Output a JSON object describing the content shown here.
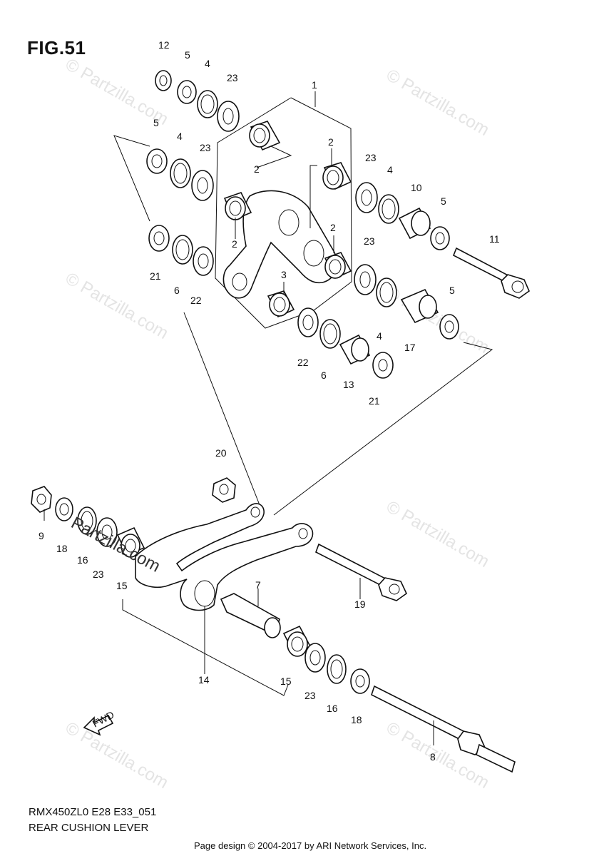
{
  "figure": {
    "title": "FIG.51",
    "model_code": "RMX450ZL0 E28 E33_051",
    "caption": "REAR CUSHION LEVER",
    "footer": "Page design © 2004-2017 by ARI Network Services, Inc.",
    "fwd_label": "FWD"
  },
  "watermark": {
    "text": "© Partzilla.com",
    "overlay_text": "Partzilla.com"
  },
  "callouts": [
    {
      "id": "c12a",
      "label": "12"
    },
    {
      "id": "c5a",
      "label": "5"
    },
    {
      "id": "c4a",
      "label": "4"
    },
    {
      "id": "c23a",
      "label": "23"
    },
    {
      "id": "c1",
      "label": "1"
    },
    {
      "id": "c5b",
      "label": "5"
    },
    {
      "id": "c4b",
      "label": "4"
    },
    {
      "id": "c23b",
      "label": "23"
    },
    {
      "id": "c2a",
      "label": "2"
    },
    {
      "id": "c2b",
      "label": "2"
    },
    {
      "id": "c23c",
      "label": "23"
    },
    {
      "id": "c4c",
      "label": "4"
    },
    {
      "id": "c10",
      "label": "10"
    },
    {
      "id": "c5c",
      "label": "5"
    },
    {
      "id": "c11",
      "label": "11"
    },
    {
      "id": "c2c",
      "label": "2"
    },
    {
      "id": "c2d",
      "label": "2"
    },
    {
      "id": "c21a",
      "label": "21"
    },
    {
      "id": "c6a",
      "label": "6"
    },
    {
      "id": "c22a",
      "label": "22"
    },
    {
      "id": "c3",
      "label": "3"
    },
    {
      "id": "c23d",
      "label": "23"
    },
    {
      "id": "c5d",
      "label": "5"
    },
    {
      "id": "c4d",
      "label": "4"
    },
    {
      "id": "c17",
      "label": "17"
    },
    {
      "id": "c22b",
      "label": "22"
    },
    {
      "id": "c6b",
      "label": "6"
    },
    {
      "id": "c13",
      "label": "13"
    },
    {
      "id": "c21b",
      "label": "21"
    },
    {
      "id": "c20",
      "label": "20"
    },
    {
      "id": "c9",
      "label": "9"
    },
    {
      "id": "c18a",
      "label": "18"
    },
    {
      "id": "c16a",
      "label": "16"
    },
    {
      "id": "c23e",
      "label": "23"
    },
    {
      "id": "c15a",
      "label": "15"
    },
    {
      "id": "c19",
      "label": "19"
    },
    {
      "id": "c7",
      "label": "7"
    },
    {
      "id": "c14",
      "label": "14"
    },
    {
      "id": "c15b",
      "label": "15"
    },
    {
      "id": "c23f",
      "label": "23"
    },
    {
      "id": "c16b",
      "label": "16"
    },
    {
      "id": "c18b",
      "label": "18"
    },
    {
      "id": "c8",
      "label": "8"
    }
  ]
}
